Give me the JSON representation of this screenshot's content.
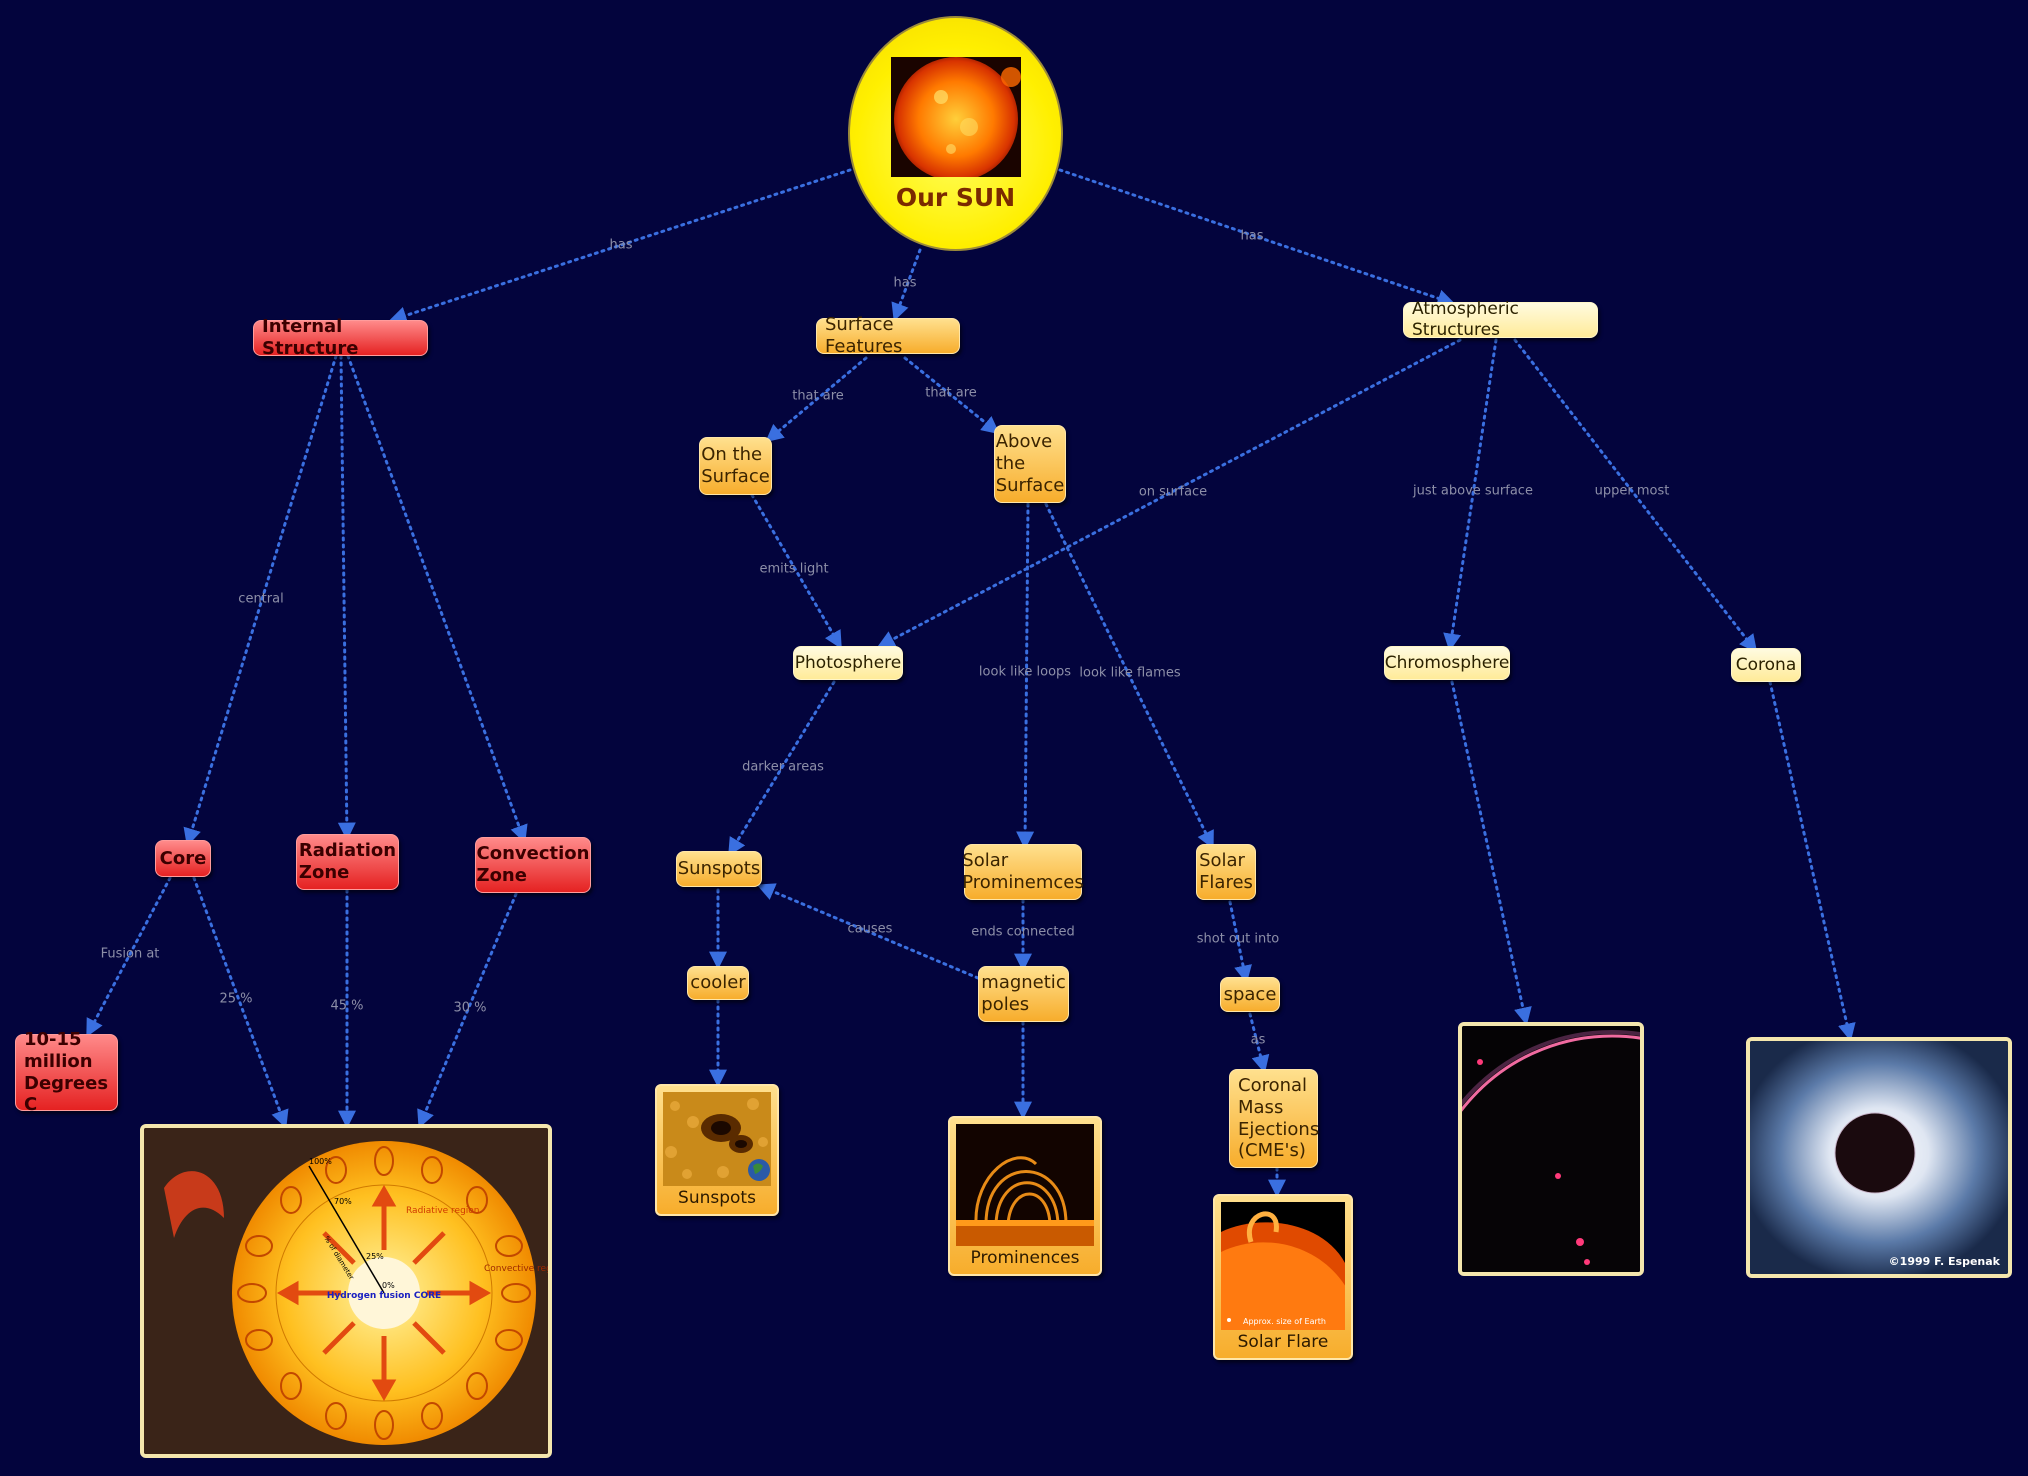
{
  "root": {
    "title": "Our SUN"
  },
  "nodes": {
    "internal_structure": "Internal Structure",
    "surface_features": "Surface Features",
    "atmospheric_structures": "Atmospheric Structures",
    "on_the_surface": "On the Surface",
    "above_the_surface": "Above the Surface",
    "photosphere": "Photosphere",
    "chromosphere": "Chromosphere",
    "corona": "Corona",
    "core": "Core",
    "radiation_zone": "Radiation Zone",
    "convection_zone": "Convection Zone",
    "core_temp": "10-15 million Degrees C",
    "sunspots": "Sunspots",
    "solar_prominences": "Solar Prominemces",
    "solar_flares": "Solar Flares",
    "cooler": "cooler",
    "magnetic_poles": "magnetic poles",
    "space": "space",
    "cme": "Coronal Mass Ejections (CME's)"
  },
  "link_labels": {
    "sun_internal": "has",
    "sun_surface": "has",
    "sun_atmos": "has",
    "surface_on": "that are",
    "surface_above": "that are",
    "atmos_photo": "on surface",
    "atmos_chromo": "just above surface",
    "atmos_corona": "upper most",
    "internal_core": "central",
    "on_photo": "emits light",
    "above_prom": "look like loops",
    "above_flares": "look like flames",
    "photo_sunspots": "darker areas",
    "prom_magnetic": "ends connected",
    "magnetic_sunspots": "causes",
    "flares_space": "shot out into",
    "space_cme": "as",
    "core_temp": "Fusion at",
    "core_diagram": "25 %",
    "radiation_diagram": "45 %",
    "convection_diagram": "30 %"
  },
  "images": {
    "sunspots_caption": "Sunspots",
    "prominences_caption": "Prominences",
    "flare_caption": "Solar Flare",
    "flare_scale_note": "Approx. size of Earth",
    "corona_credit": "©1999 F. Espenak",
    "interior": {
      "radiative": "Radiative region",
      "convective": "Convective region",
      "core": "Hydrogen fusion CORE",
      "pct100": "100%",
      "pct70": "70%",
      "pct25": "25%",
      "pct0": "0%",
      "diameter": "% of diameter"
    }
  },
  "colors": {
    "background": "#03043d",
    "link": "#3a6fe0",
    "red_node": "#e52222",
    "orange_node": "#f7ad2c",
    "yellow_node": "#ffeb99",
    "sun": "#ffef00"
  }
}
